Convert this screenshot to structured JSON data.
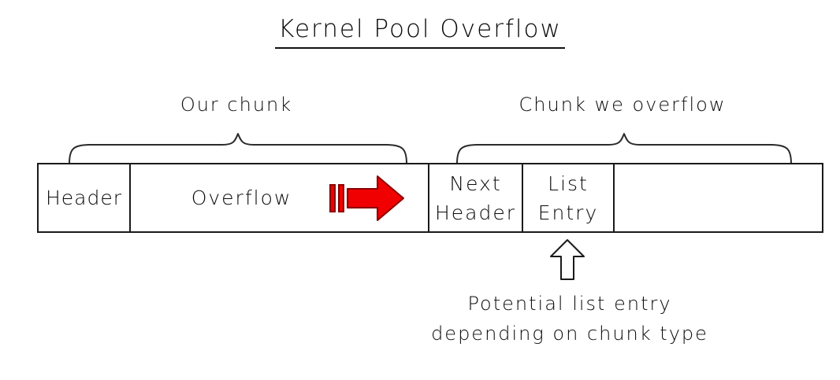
{
  "diagram": {
    "title": "Kernel Pool Overflow",
    "braces": {
      "left_label": "Our chunk",
      "right_label": "Chunk we overflow"
    },
    "memory_bar": {
      "cells": [
        {
          "name": "header",
          "lines": [
            "Header"
          ]
        },
        {
          "name": "overflow",
          "lines": [
            "Overflow"
          ]
        },
        {
          "name": "next-header",
          "lines": [
            "Next",
            "Header"
          ]
        },
        {
          "name": "list-entry",
          "lines": [
            "List",
            "Entry"
          ]
        },
        {
          "name": "empty",
          "lines": []
        }
      ],
      "cell_labels": {
        "header": "Header",
        "overflow": "Overflow",
        "next_header_line1": "Next",
        "next_header_line2": "Header",
        "list_entry_line1": "List",
        "list_entry_line2": "Entry"
      }
    },
    "annotations": {
      "caption_line1": "Potential list entry",
      "caption_line2": "depending on chunk type"
    },
    "icons": {
      "overflow_arrow": "red-right-arrow-icon",
      "motion_lines": "red-motion-lines-icon",
      "callout_arrow": "outlined-up-arrow-icon"
    },
    "colors": {
      "arrow_fill": "#F00000",
      "arrow_stroke": "#8B0000",
      "ink": "#0A0A0A",
      "background": "#FFFFFF"
    }
  }
}
